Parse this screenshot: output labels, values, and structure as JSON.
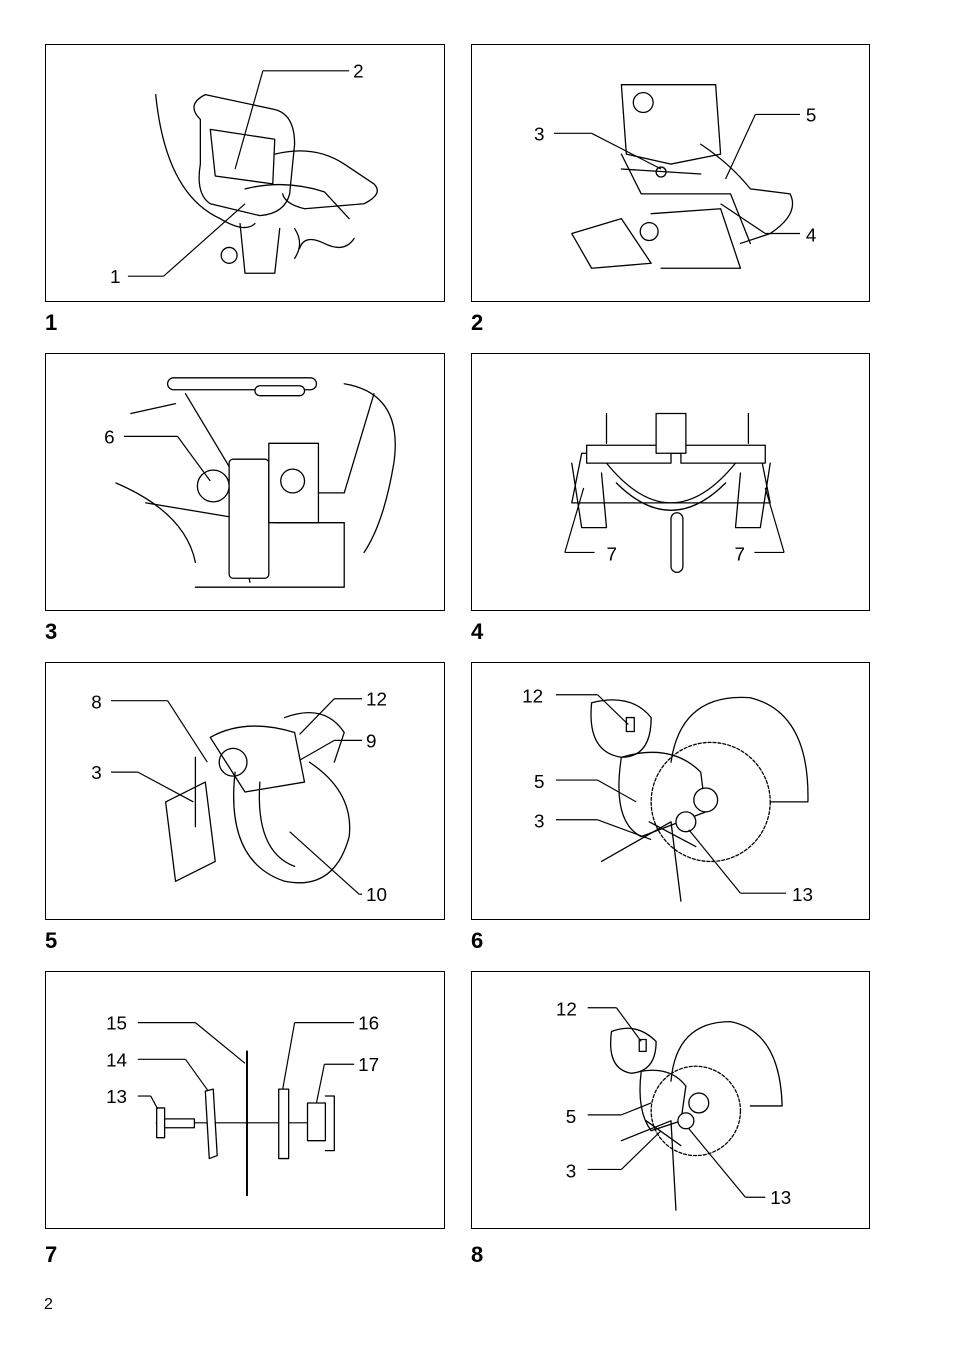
{
  "page_number": "2",
  "figures": [
    {
      "number": "1",
      "callouts": [
        "2",
        "1"
      ]
    },
    {
      "number": "2",
      "callouts": [
        "5",
        "3",
        "4"
      ]
    },
    {
      "number": "3",
      "callouts": [
        "6"
      ]
    },
    {
      "number": "4",
      "callouts": [
        "7",
        "7"
      ]
    },
    {
      "number": "5",
      "callouts": [
        "8",
        "12",
        "9",
        "3",
        "10"
      ]
    },
    {
      "number": "6",
      "callouts": [
        "12",
        "5",
        "3",
        "13"
      ]
    },
    {
      "number": "7",
      "callouts": [
        "15",
        "16",
        "14",
        "17",
        "13"
      ]
    },
    {
      "number": "8",
      "callouts": [
        "12",
        "5",
        "3",
        "13"
      ]
    }
  ]
}
